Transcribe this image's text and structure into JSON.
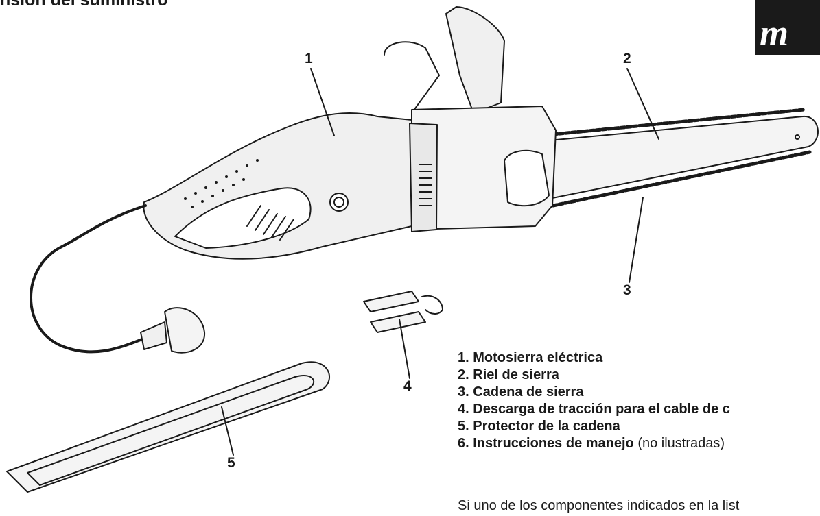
{
  "page": {
    "title": "nsión del suministro",
    "logo_text": "m"
  },
  "callouts": [
    "1",
    "2",
    "3",
    "4",
    "5"
  ],
  "parts": [
    {
      "num": "1.",
      "label": "Motosierra eléctrica",
      "note": ""
    },
    {
      "num": "2.",
      "label": "Riel de sierra",
      "note": ""
    },
    {
      "num": "3.",
      "label": "Cadena de sierra",
      "note": ""
    },
    {
      "num": "4.",
      "label": "Descarga de tracción para el cable de c",
      "note": ""
    },
    {
      "num": "5.",
      "label": "Protector de la cadena",
      "note": ""
    },
    {
      "num": "6.",
      "label": "Instrucciones de manejo",
      "note": " (no ilustradas)"
    }
  ],
  "footer": {
    "text": "Si uno de los componentes indicados en la list"
  },
  "colors": {
    "ink": "#1a1a1a",
    "logo": "#1a1a1a",
    "fill": "#e8e8e8"
  }
}
